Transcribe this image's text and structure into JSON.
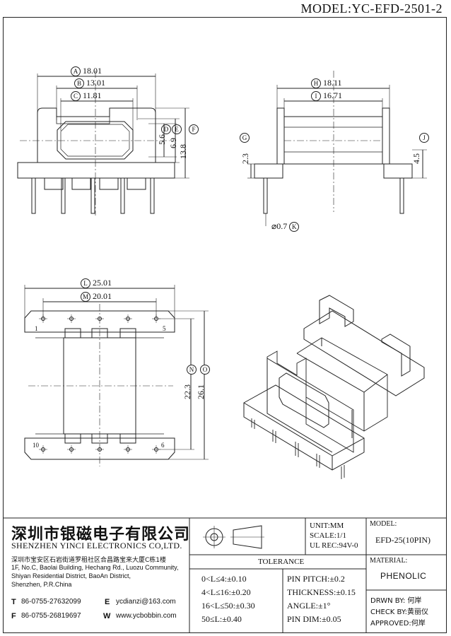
{
  "model_header": "MODEL:YC-EFD-2501-2",
  "dimensions": {
    "A": {
      "letter": "A",
      "value": "18.01"
    },
    "B": {
      "letter": "B",
      "value": "13.01"
    },
    "C": {
      "letter": "C",
      "value": "11.81"
    },
    "D": {
      "letter": "D",
      "value": "5.6"
    },
    "E": {
      "letter": "E",
      "value": "6.9"
    },
    "F": {
      "letter": "F",
      "value": "13.8"
    },
    "G": {
      "letter": "G",
      "value": "2.3"
    },
    "H": {
      "letter": "H",
      "value": "18.11"
    },
    "I": {
      "letter": "I",
      "value": "16.71"
    },
    "J": {
      "letter": "J",
      "value": "4.5"
    },
    "K": {
      "letter": "K",
      "value": "⌀0.7"
    },
    "L": {
      "letter": "L",
      "value": "25.01"
    },
    "M": {
      "letter": "M",
      "value": "20.01"
    },
    "N": {
      "letter": "N",
      "value": "22.3"
    },
    "O": {
      "letter": "O",
      "value": "26.1"
    }
  },
  "pins": {
    "p1": "1",
    "p5": "5",
    "p10": "10",
    "p6": "6"
  },
  "company": {
    "name_cn": "深圳市银磁电子有限公司",
    "name_en": "SHENZHEN YINCI ELECTRONICS CO,LTD.",
    "addr_cn": "深圳市宝安区石岩街道罗租社区合昌路宝来大厦C栋1楼",
    "addr_en1": "1F, No.C, Baolai Building, Hechang Rd., Luozu Community,",
    "addr_en2": "Shiyan Residential District, BaoAn District,",
    "addr_en3": "Shenzhen, P.R.China",
    "tel_label": "T",
    "tel": "86-0755-27632099",
    "fax_label": "F",
    "fax": "86-0755-26819697",
    "email_label": "E",
    "email": "ycdianzi@163.com",
    "web_label": "W",
    "web": "www.ycbobbin.com"
  },
  "unit": "UNIT:MM",
  "scale": "SCALE:1/1",
  "ul": "UL REC:94V-0",
  "model_label": "MODEL:",
  "model_value": "EFD-25(10PIN)",
  "material_label": "MATERIAL:",
  "material_value": "PHENOLIC",
  "tolerance": {
    "title": "TOLERANCE",
    "rows": [
      "0<L≤4:±0.10",
      "4<L≤16:±0.20",
      "16<L≤50:±0.30",
      "50≤L:±0.40"
    ],
    "rows_right": [
      "PIN PITCH:±0.2",
      "THICKNESS:±0.15",
      "ANGLE:±1°",
      "PIN DIM:±0.05"
    ]
  },
  "approvals": {
    "drawn": "DRWN BY: 何岸",
    "checked": "CHECK BY:黄丽仪",
    "approved": "APPROVED:何岸"
  }
}
